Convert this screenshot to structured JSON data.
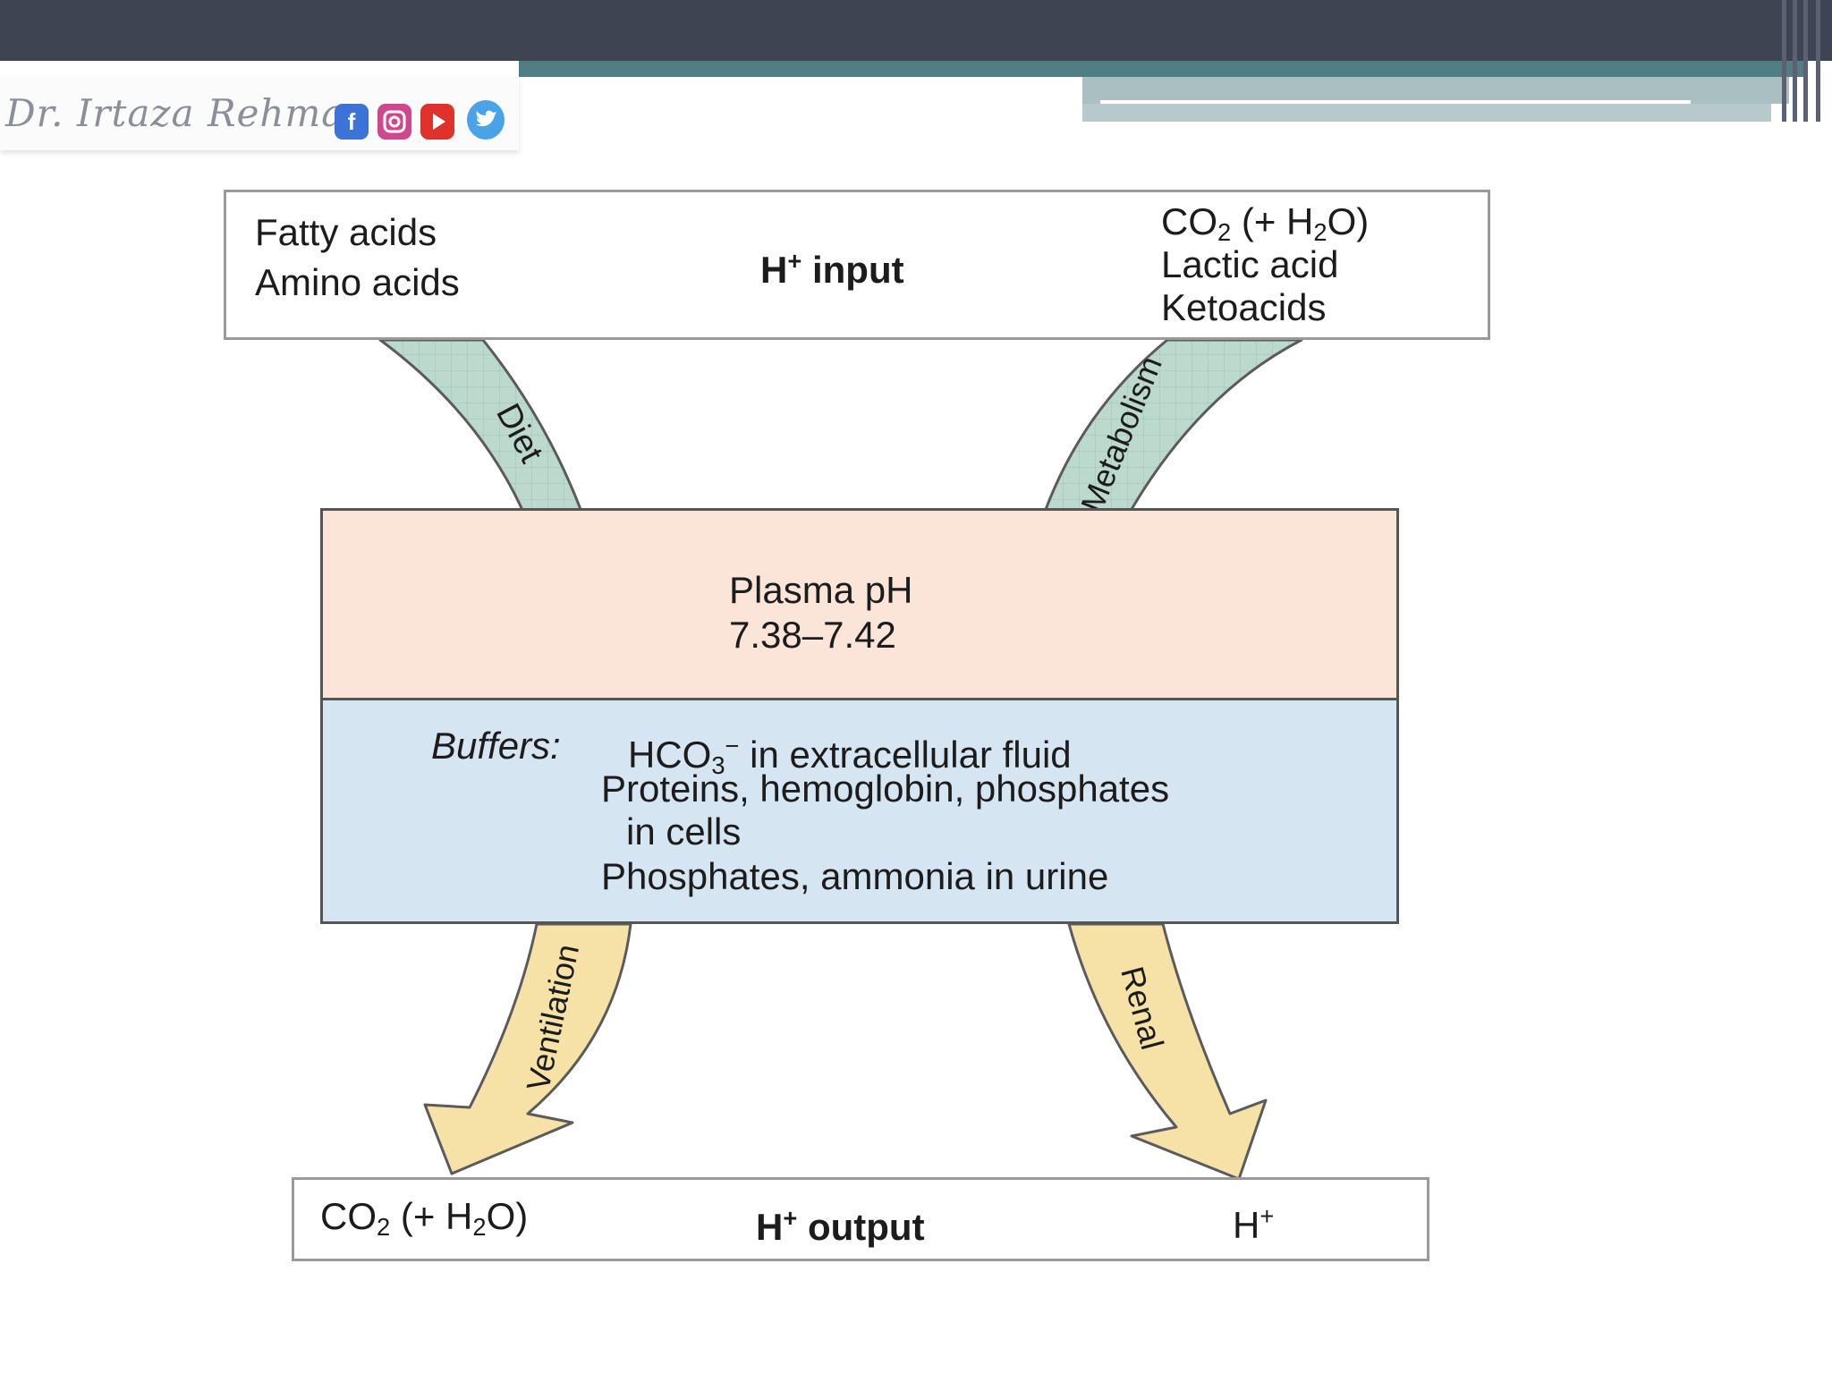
{
  "header": {
    "author": "Dr. Irtaza Rehman",
    "social_icons": [
      "facebook-icon",
      "instagram-icon",
      "youtube-icon",
      "twitter-icon"
    ]
  },
  "input_box": {
    "left_lines": [
      "Fatty acids",
      "Amino acids"
    ],
    "title_main": "H",
    "title_sup": "+",
    "title_rest": " input",
    "right_co2": "CO",
    "right_co2_sub": "2",
    "right_h2o_open": " (+ H",
    "right_h2o_sub": "2",
    "right_h2o_close": "O)",
    "right_lines": [
      "Lactic acid",
      "Ketoacids"
    ]
  },
  "arrows": {
    "diet": "Diet",
    "metabolism": "Metabolism",
    "ventilation": "Ventilation",
    "renal": "Renal"
  },
  "plasma": {
    "label": "Plasma pH",
    "range": "7.38–7.42"
  },
  "buffers": {
    "label": "Buffers:",
    "line1_main": "HCO",
    "line1_sub": "3",
    "line1_sup": "−",
    "line1_rest": " in extracellular fluid",
    "line2": "Proteins, hemoglobin, phosphates",
    "line3": "in cells",
    "line4": "Phosphates, ammonia in urine"
  },
  "output_box": {
    "left_co2": "CO",
    "left_co2_sub": "2",
    "left_h2o_open": " (+ H",
    "left_h2o_sub": "2",
    "left_h2o_close": "O)",
    "title_main": "H",
    "title_sup": "+",
    "title_rest": " output",
    "right_main": "H",
    "right_sup": "+"
  },
  "colors": {
    "header_bar": "#3f4453",
    "teal_band": "#4f7f83",
    "plasma_fill": "#fbe5d8",
    "buffer_fill": "#d6e5f2",
    "input_arrow": "#bcd9cd",
    "output_arrow": "#f6e2a6"
  }
}
